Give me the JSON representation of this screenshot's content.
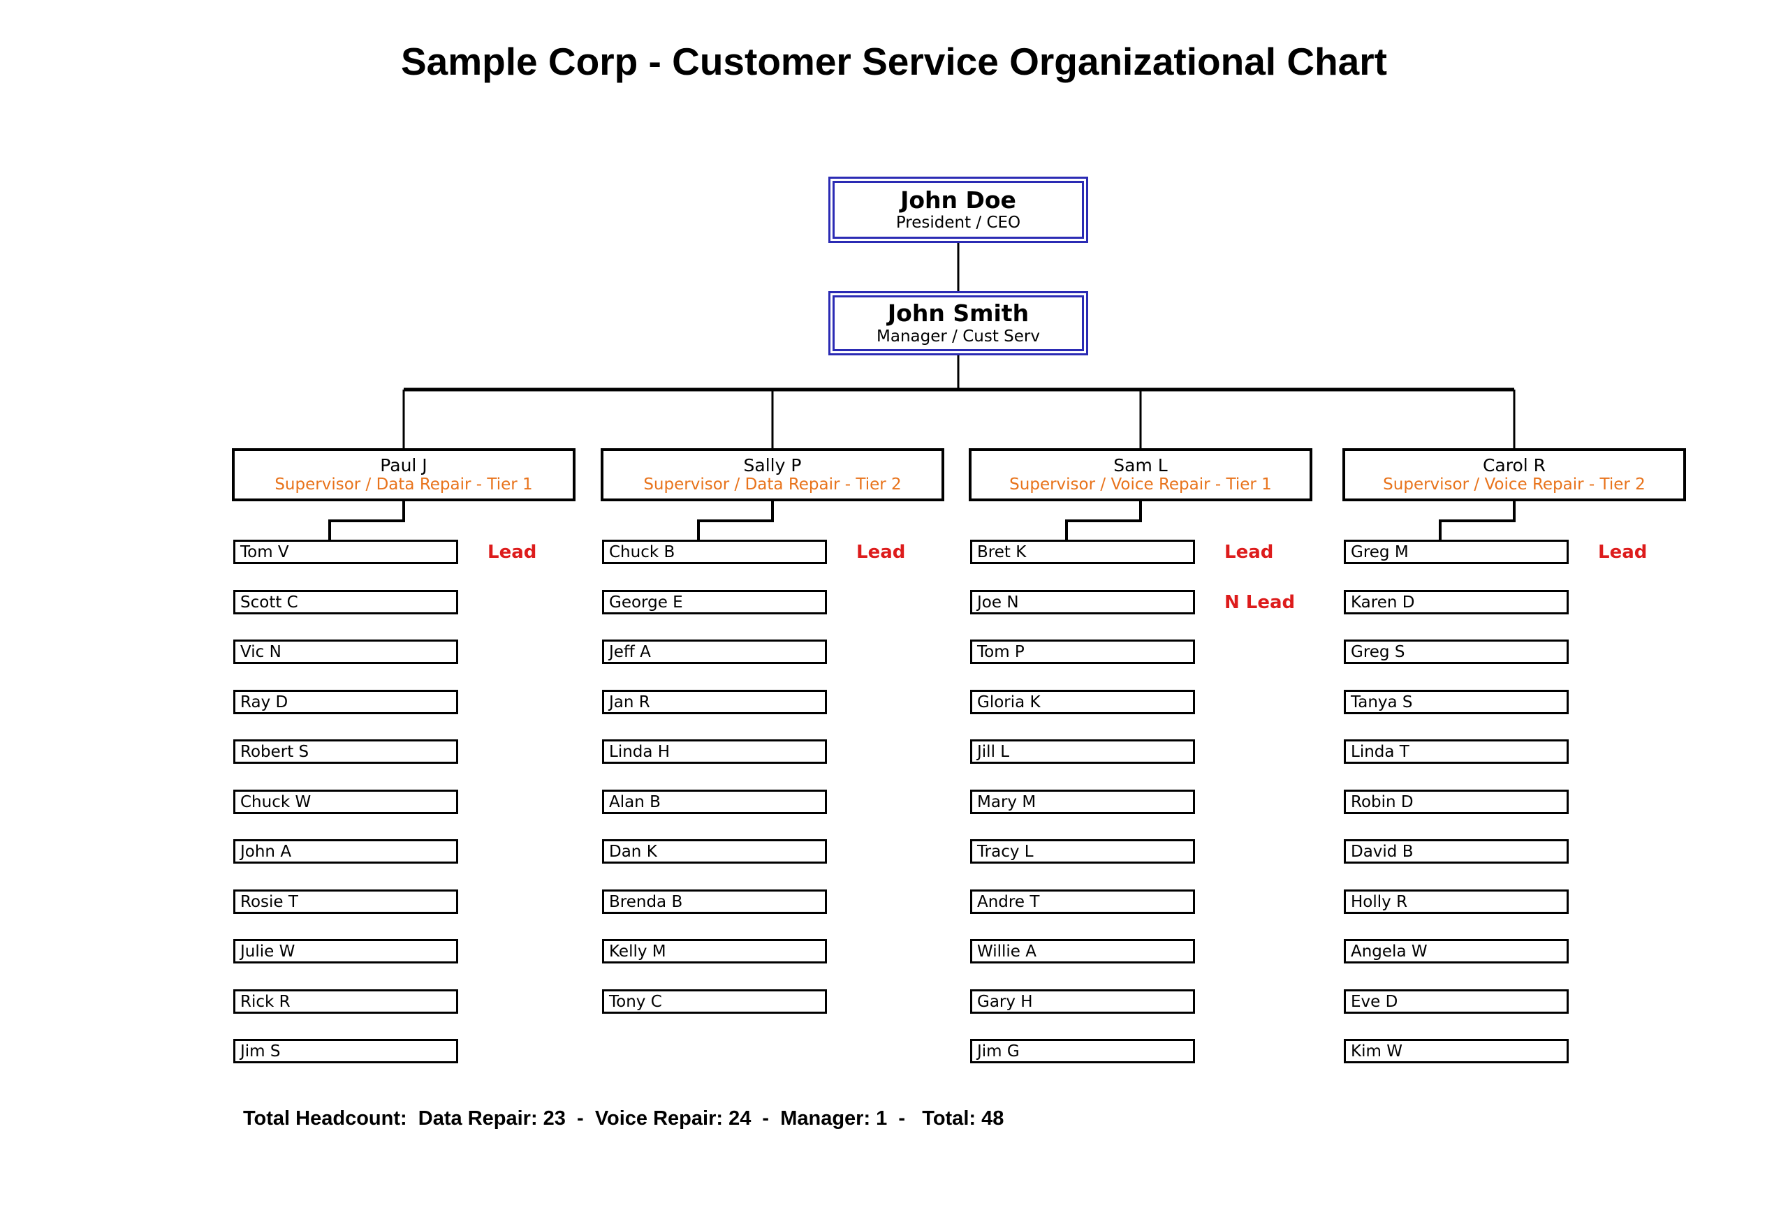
{
  "title": "Sample Corp - Customer Service Organizational Chart",
  "colors": {
    "exec_border_blue": "#2b2bb4",
    "supervisor_role_orange": "#e8731b",
    "lead_badge_red": "#dd1c1c",
    "line_black": "#000000",
    "background": "#ffffff"
  },
  "executives": [
    {
      "name": "John Doe",
      "title": "President / CEO"
    },
    {
      "name": "John Smith",
      "title": "Manager / Cust Serv"
    }
  ],
  "teams": [
    {
      "supervisor": "Paul J",
      "role": "Supervisor / Data Repair - Tier 1",
      "members": [
        {
          "name": "Tom V",
          "badge": "Lead"
        },
        {
          "name": "Scott C",
          "badge": ""
        },
        {
          "name": "Vic N",
          "badge": ""
        },
        {
          "name": "Ray D",
          "badge": ""
        },
        {
          "name": "Robert S",
          "badge": ""
        },
        {
          "name": "Chuck W",
          "badge": ""
        },
        {
          "name": "John A",
          "badge": ""
        },
        {
          "name": "Rosie T",
          "badge": ""
        },
        {
          "name": "Julie W",
          "badge": ""
        },
        {
          "name": "Rick R",
          "badge": ""
        },
        {
          "name": "Jim S",
          "badge": ""
        }
      ]
    },
    {
      "supervisor": "Sally P",
      "role": "Supervisor / Data Repair - Tier 2",
      "members": [
        {
          "name": "Chuck B",
          "badge": "Lead"
        },
        {
          "name": "George E",
          "badge": ""
        },
        {
          "name": "Jeff A",
          "badge": ""
        },
        {
          "name": "Jan R",
          "badge": ""
        },
        {
          "name": "Linda H",
          "badge": ""
        },
        {
          "name": "Alan B",
          "badge": ""
        },
        {
          "name": "Dan K",
          "badge": ""
        },
        {
          "name": "Brenda B",
          "badge": ""
        },
        {
          "name": "Kelly M",
          "badge": ""
        },
        {
          "name": "Tony C",
          "badge": ""
        }
      ]
    },
    {
      "supervisor": "Sam L",
      "role": "Supervisor / Voice Repair - Tier 1",
      "members": [
        {
          "name": "Bret K",
          "badge": "Lead"
        },
        {
          "name": "Joe N",
          "badge": "N Lead"
        },
        {
          "name": "Tom P",
          "badge": ""
        },
        {
          "name": "Gloria K",
          "badge": ""
        },
        {
          "name": "Jill L",
          "badge": ""
        },
        {
          "name": "Mary M",
          "badge": ""
        },
        {
          "name": "Tracy L",
          "badge": ""
        },
        {
          "name": "Andre T",
          "badge": ""
        },
        {
          "name": "Willie A",
          "badge": ""
        },
        {
          "name": "Gary H",
          "badge": ""
        },
        {
          "name": "Jim G",
          "badge": ""
        }
      ]
    },
    {
      "supervisor": "Carol R",
      "role": "Supervisor / Voice Repair - Tier 2",
      "members": [
        {
          "name": "Greg M",
          "badge": "Lead"
        },
        {
          "name": "Karen D",
          "badge": ""
        },
        {
          "name": "Greg S",
          "badge": ""
        },
        {
          "name": "Tanya S",
          "badge": ""
        },
        {
          "name": "Linda T",
          "badge": ""
        },
        {
          "name": "Robin D",
          "badge": ""
        },
        {
          "name": "David B",
          "badge": ""
        },
        {
          "name": "Holly R",
          "badge": ""
        },
        {
          "name": "Angela W",
          "badge": ""
        },
        {
          "name": "Eve D",
          "badge": ""
        },
        {
          "name": "Kim W",
          "badge": ""
        }
      ]
    }
  ],
  "totals": {
    "data_repair": 23,
    "voice_repair": 24,
    "manager": 1,
    "total": 48
  },
  "footer": {
    "text": "Total Headcount:  Data Repair: 23  -  Voice Repair: 24  -  Manager: 1  -   Total: 48"
  }
}
